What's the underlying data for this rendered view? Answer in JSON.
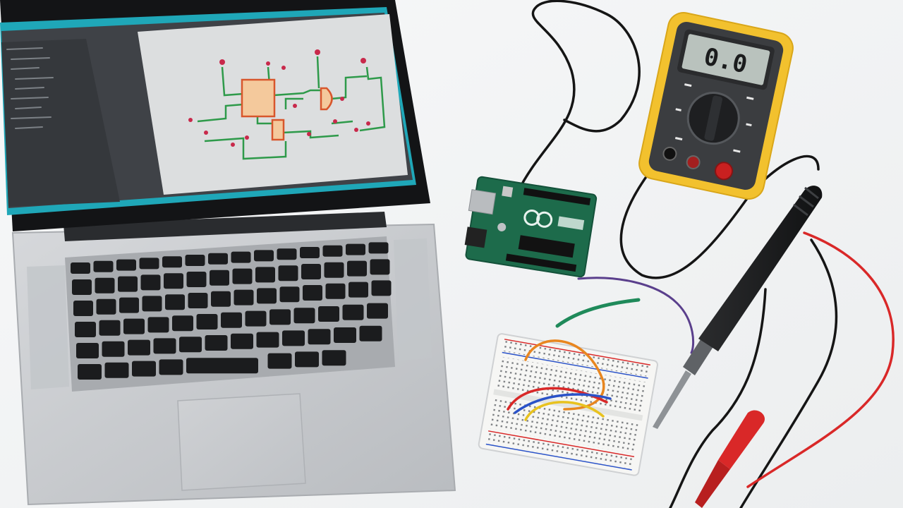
{
  "scene": {
    "description_items": [
      "laptop",
      "schematic-editor",
      "arduino-board",
      "multimeter",
      "breadboard",
      "soldering-iron",
      "test-leads",
      "jumper-wires"
    ]
  },
  "multimeter": {
    "display_value": "0.0"
  },
  "colors": {
    "background": "#f3f4f5",
    "laptop_body": "#c8cacd",
    "screen_frame": "#1a1c1f",
    "screen_accent": "#1fa7b8",
    "ide_panel": "#4a4d52",
    "schematic_bg": "#dcdedf",
    "schematic_wire": "#2e9a4a",
    "schematic_part": "#d8562c",
    "keyboard_key": "#1b1c1e",
    "pcb_green": "#1d6b4b",
    "meter_yellow": "#f2c12e",
    "meter_body": "#3b3d40",
    "lcd": "#b9c2bd",
    "probe_red": "#d92828",
    "wire_black": "#151515"
  }
}
